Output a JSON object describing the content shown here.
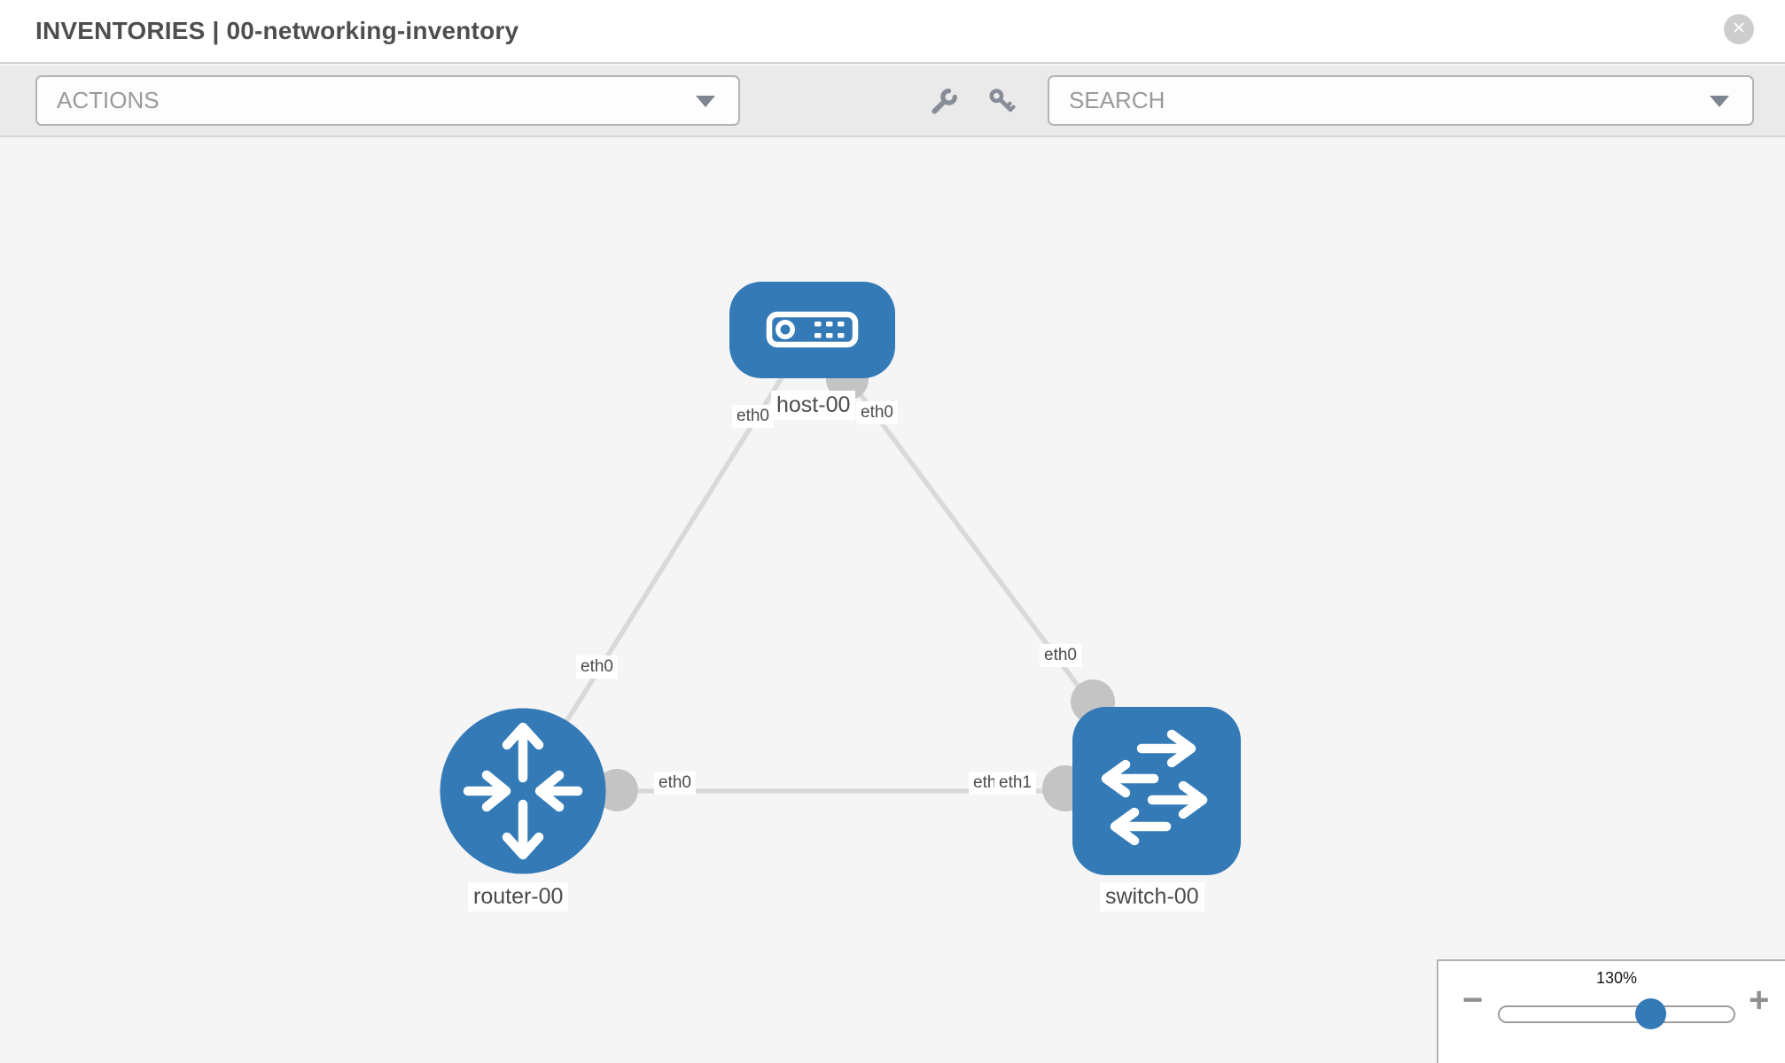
{
  "header": {
    "title": "INVENTORIES | 00-networking-inventory",
    "close_glyph": "✕"
  },
  "toolbar": {
    "actions_label": "ACTIONS",
    "search_label": "SEARCH",
    "icons": [
      "wrench-icon",
      "key-icon"
    ]
  },
  "topology": {
    "nodes": [
      {
        "name": "host-00",
        "type": "host"
      },
      {
        "name": "router-00",
        "type": "router"
      },
      {
        "name": "switch-00",
        "type": "switch"
      }
    ],
    "links": [
      {
        "from": "host-00",
        "to": "router-00",
        "from_iface": "eth0",
        "to_iface": "eth0"
      },
      {
        "from": "host-00",
        "to": "switch-00",
        "from_iface": "eth0",
        "to_iface": "eth0"
      },
      {
        "from": "router-00",
        "to": "switch-00",
        "from_iface": "eth0",
        "to_iface": "eth1"
      }
    ],
    "iface_labels": [
      "eth0",
      "eth0",
      "eth0",
      "eth0",
      "eth0",
      "eth0",
      "eth1"
    ]
  },
  "zoom": {
    "level": "130%",
    "minus_glyph": "−",
    "plus_glyph": "+"
  },
  "colors": {
    "node_blue": "#337ab7",
    "link_gray": "#d9d9d9",
    "port_gray": "#c4c4c4",
    "canvas_bg": "#f5f5f6",
    "toolbar_bg": "#eaeaea"
  }
}
